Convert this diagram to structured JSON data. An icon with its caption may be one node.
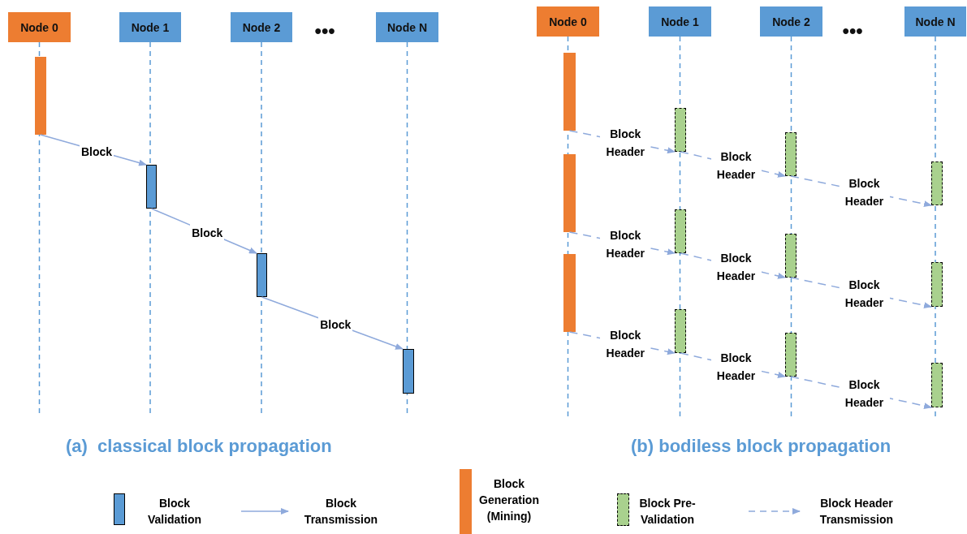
{
  "diagram": {
    "nodes": [
      {
        "text": [
          "Node 0"
        ]
      },
      {
        "text": [
          "Node 1"
        ]
      },
      {
        "text": [
          "Node 2"
        ]
      },
      {
        "text": [
          "Node N"
        ]
      },
      {
        "text": [],
        "shape": "bar"
      },
      {
        "text": [],
        "shape": "bar"
      },
      {
        "text": [],
        "shape": "bar"
      },
      {
        "text": [],
        "shape": "bar"
      },
      {
        "text": [
          "Node 0"
        ]
      },
      {
        "text": [
          "Node 1"
        ]
      },
      {
        "text": [
          "Node 2"
        ]
      },
      {
        "text": [
          "Node N"
        ]
      },
      {
        "text": [],
        "shape": "bar"
      },
      {
        "text": [],
        "shape": "bar"
      },
      {
        "text": [],
        "shape": "bar"
      },
      {
        "text": [],
        "shape": "bar"
      },
      {
        "text": [],
        "shape": "bar"
      },
      {
        "text": [],
        "shape": "bar"
      },
      {
        "text": [],
        "shape": "bar"
      },
      {
        "text": [],
        "shape": "bar"
      },
      {
        "text": [],
        "shape": "bar"
      },
      {
        "text": [],
        "shape": "bar"
      },
      {
        "text": [],
        "shape": "bar"
      },
      {
        "text": [],
        "shape": "bar"
      }
    ],
    "edges": [
      {
        "from": 4,
        "to": 5,
        "arrow": "to",
        "label": "Block"
      },
      {
        "from": 5,
        "to": 6,
        "arrow": "to",
        "label": "Block"
      },
      {
        "from": 6,
        "to": 7,
        "arrow": "to",
        "label": "Block"
      },
      {
        "from": 12,
        "to": 15,
        "arrow": "to",
        "label": "Block Header",
        "style": "dashed"
      },
      {
        "from": 15,
        "to": 16,
        "arrow": "to",
        "label": "Block Header",
        "style": "dashed"
      },
      {
        "from": 16,
        "to": 17,
        "arrow": "to",
        "label": "Block Header",
        "style": "dashed"
      },
      {
        "from": 13,
        "to": 18,
        "arrow": "to",
        "label": "Block Header",
        "style": "dashed"
      },
      {
        "from": 18,
        "to": 19,
        "arrow": "to",
        "label": "Block Header",
        "style": "dashed"
      },
      {
        "from": 19,
        "to": 20,
        "arrow": "to",
        "label": "Block Header",
        "style": "dashed"
      },
      {
        "from": 14,
        "to": 21,
        "arrow": "to",
        "label": "Block Header",
        "style": "dashed"
      },
      {
        "from": 21,
        "to": 22,
        "arrow": "to",
        "label": "Block Header",
        "style": "dashed"
      },
      {
        "from": 22,
        "to": 23,
        "arrow": "to",
        "label": "Block Header",
        "style": "dashed"
      }
    ],
    "labels": [
      "•••",
      "•••",
      "(a)  classical block propagation",
      "(b) bodiless block propagation"
    ],
    "legend": [
      {
        "text": "Block Validation",
        "color": "#5b9bd5"
      },
      {
        "text": "Block Transmission"
      },
      {
        "text": "Block Generation (Mining)",
        "color": "#ed7d31"
      },
      {
        "text": "Block Pre-Validation",
        "color": "#a9d18e"
      },
      {
        "text": "Block Header Transmission"
      }
    ]
  }
}
